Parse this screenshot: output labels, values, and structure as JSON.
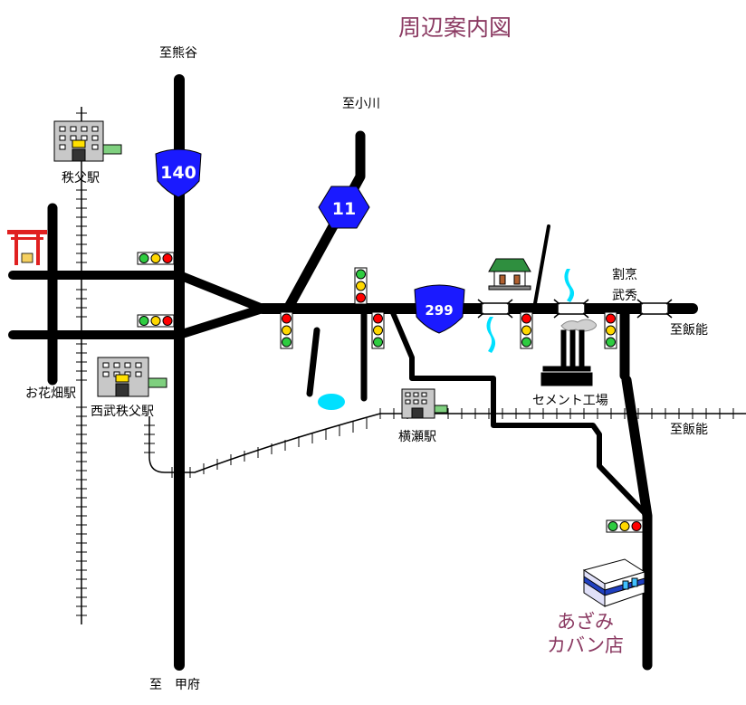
{
  "map": {
    "title": "周辺案内図",
    "colors": {
      "road": "#000000",
      "accent": "#8b3a62",
      "shield": "#1a1aff",
      "river": "#00e0ff",
      "torii": "#e02020",
      "building": "#c8c8c8",
      "signal_red": "#ff0000",
      "signal_yellow": "#ffd800",
      "signal_green": "#2ecc40"
    },
    "directions": {
      "kumagaya": "至熊谷",
      "ogawa": "至小川",
      "hanno_1": "至飯能",
      "hanno_2": "至飯能",
      "kofu": "至　甲府"
    },
    "places": {
      "chichibu_station": "秩父駅",
      "ohanabatake_station": "お花畑駅",
      "seibu_chichibu_station": "西武秩父駅",
      "yokoze_station": "横瀬駅",
      "cement_factory": "セメント工場",
      "restaurant_line1": "割烹",
      "restaurant_line2": "武秀"
    },
    "routes": {
      "r140": "140",
      "r11": "11",
      "r299": "299"
    },
    "shop": {
      "line1": "あざみ",
      "line2": "カバン店"
    },
    "icons": [
      "torii-icon",
      "station-building-icon",
      "traffic-signal-icon",
      "route-shield-icon",
      "temple-icon",
      "factory-icon",
      "bridge-icon",
      "shop-building-icon",
      "pond-icon",
      "river-icon"
    ]
  }
}
